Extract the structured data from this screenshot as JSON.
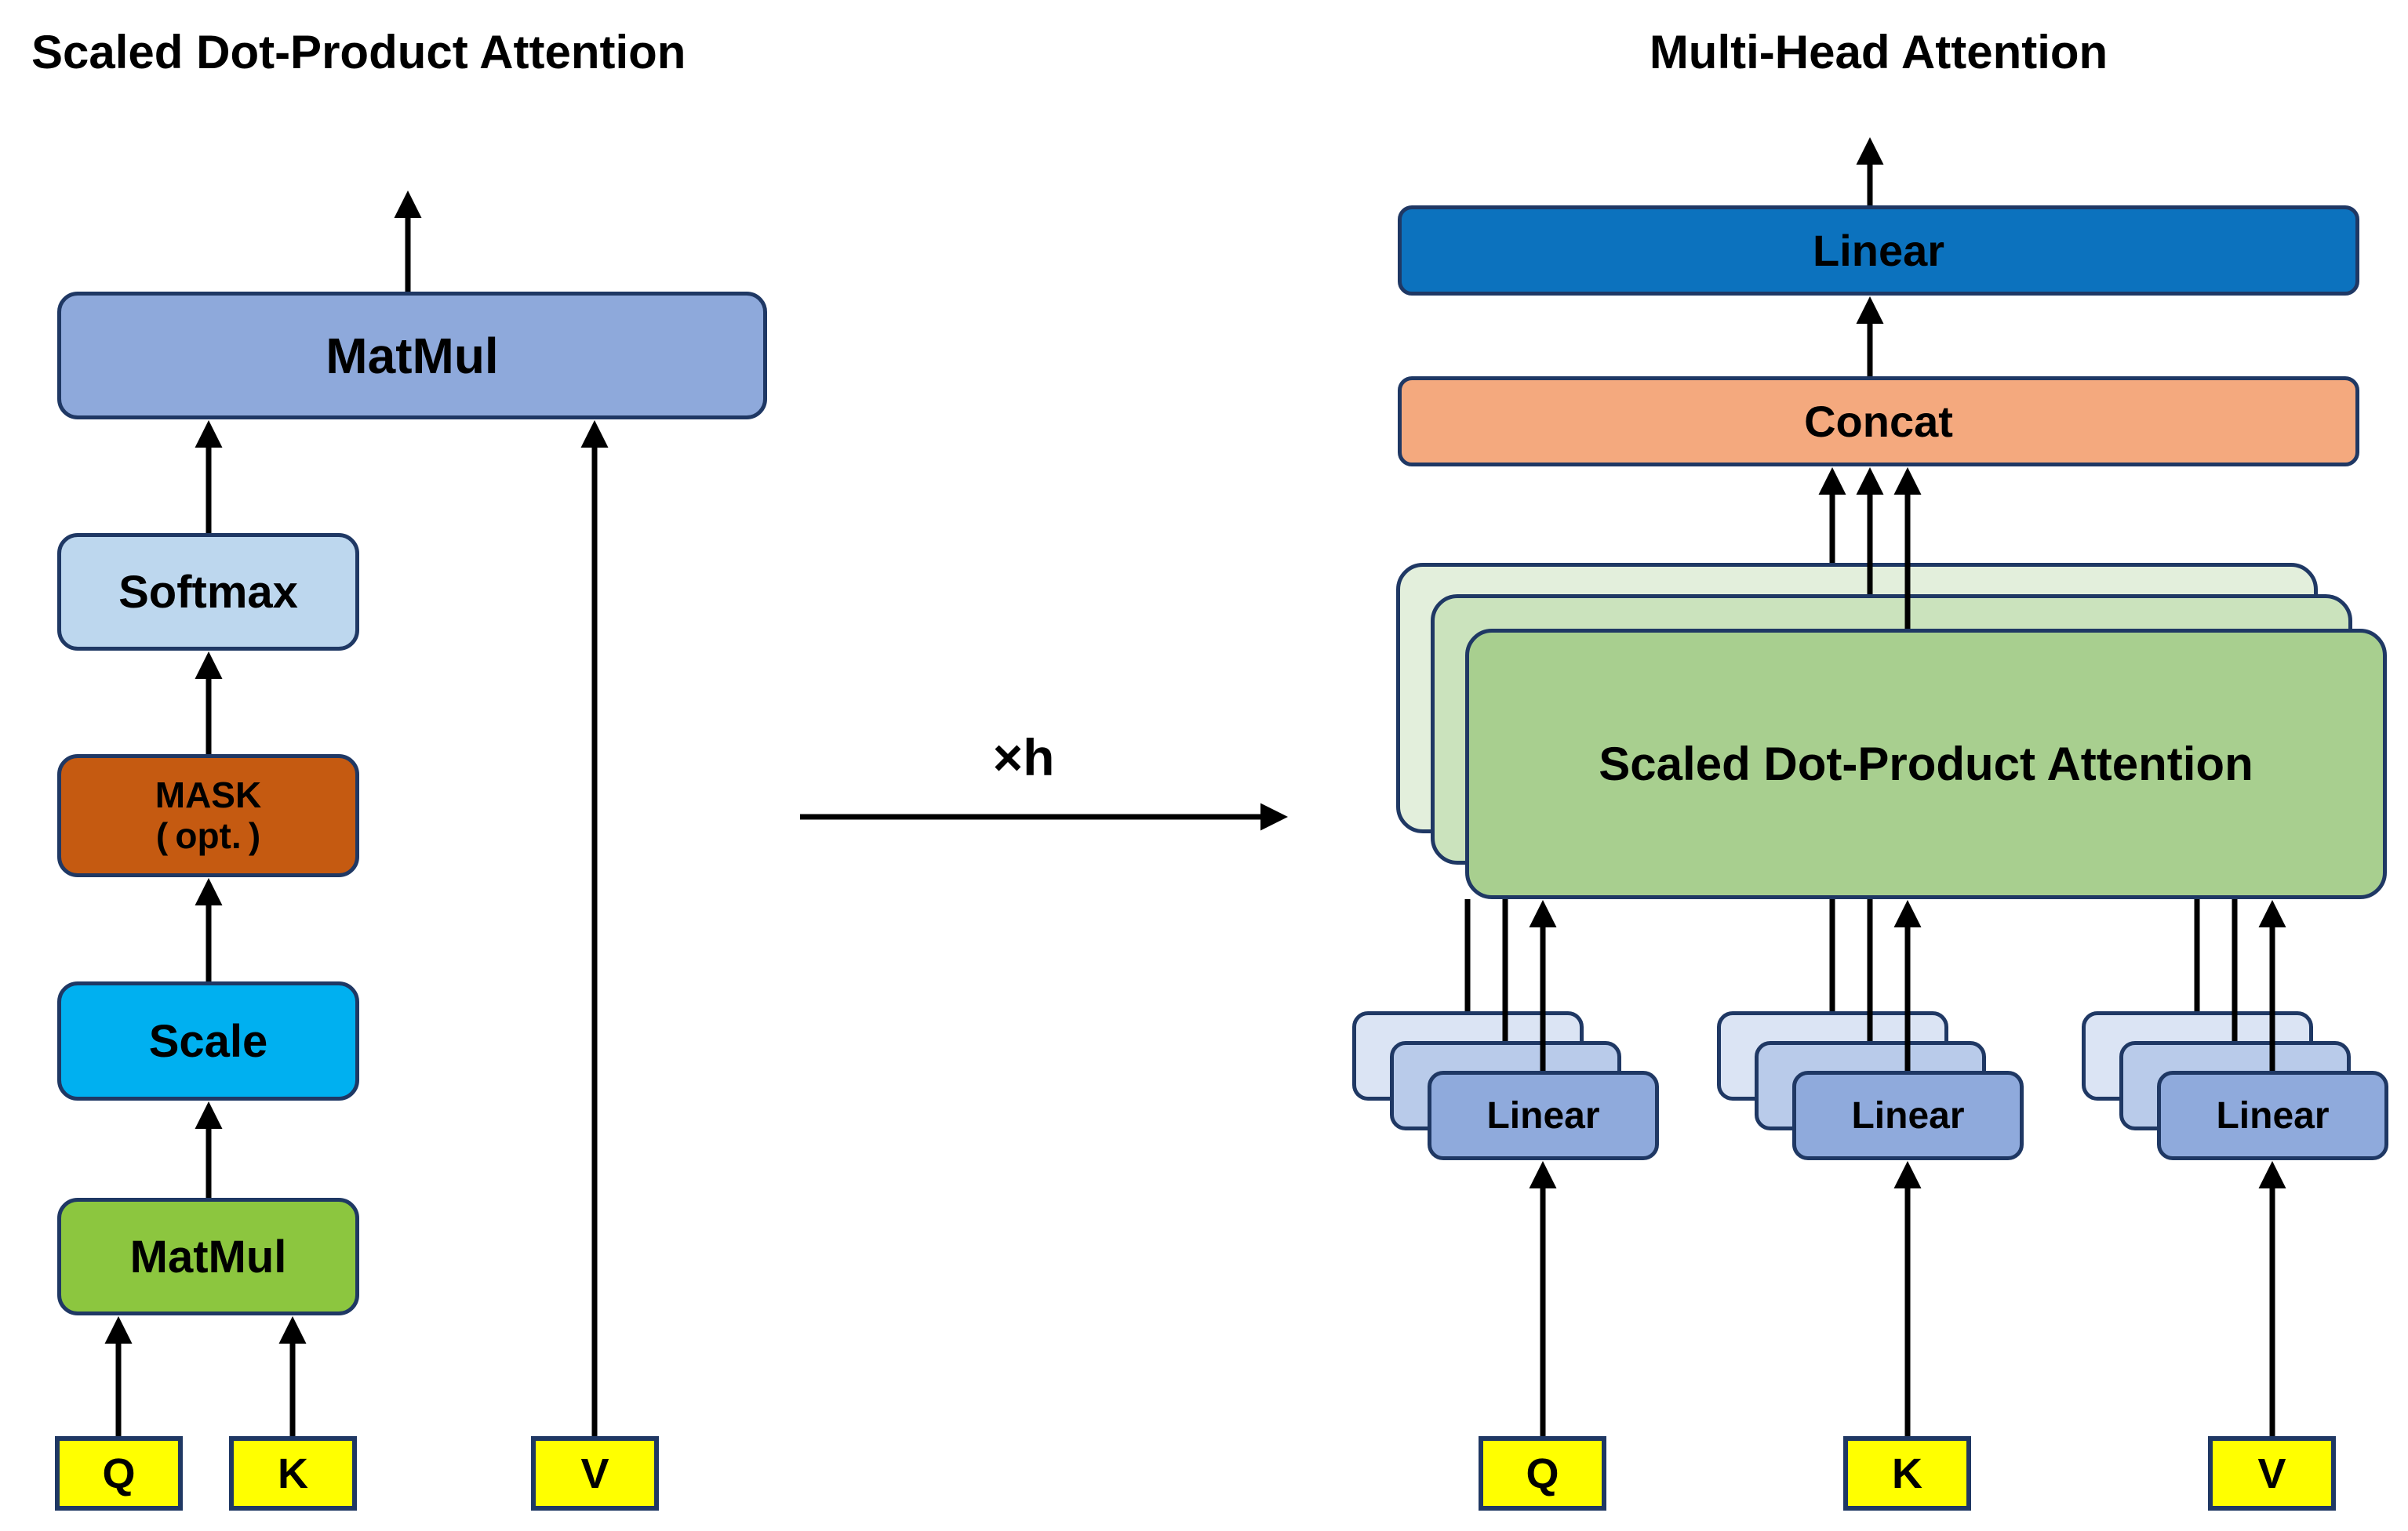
{
  "left_panel": {
    "title": "Scaled Dot-Product Attention",
    "matmul_top_label": "MatMul",
    "softmax_label": "Softmax",
    "mask_label": "MASK",
    "mask_sublabel": "( opt. )",
    "scale_label": "Scale",
    "matmul_bottom_label": "MatMul",
    "input_q": "Q",
    "input_k": "K",
    "input_v": "V"
  },
  "center": {
    "repeat_label": "×h"
  },
  "right_panel": {
    "title": "Multi-Head Attention",
    "linear_out_label": "Linear",
    "concat_label": "Concat",
    "attention_label": "Scaled Dot-Product Attention",
    "linear_head_labels": [
      "Linear",
      "Linear",
      "Linear"
    ],
    "input_q": "Q",
    "input_k": "K",
    "input_v": "V"
  },
  "colors": {
    "background": "#FFFFFF",
    "box_border_navy": "#1F3864",
    "line_black": "#000000",
    "matmul_top_blue": "#8EA9DB",
    "softmax_light_blue": "#BDD7EE",
    "mask_orange": "#C55A11",
    "scale_cyan": "#00B0F0",
    "matmul_green": "#8CC63F",
    "io_yellow": "#FFFF00",
    "linear_out_deep_blue": "#0C72BE",
    "concat_peach": "#F4A97E",
    "attention_stack_front_green": "#A8CF8F",
    "attention_stack_mid_green": "#CBE3BD",
    "attention_stack_back_green": "#E3EFDC",
    "linear_stack_front_blue": "#8FAADC",
    "linear_stack_mid_blue": "#B9CBEA",
    "linear_stack_back_blue": "#DBE4F4"
  }
}
